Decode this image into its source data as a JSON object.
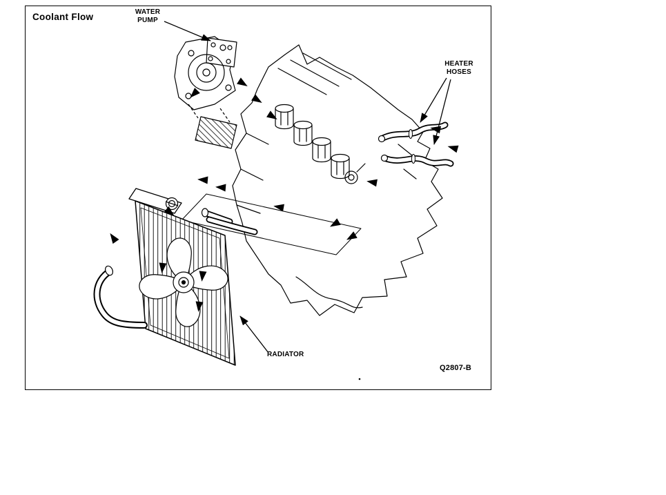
{
  "frame": {
    "title": "Coolant Flow",
    "figure_code": "Q2807-B"
  },
  "labels": {
    "water_pump": "WATER\nPUMP",
    "heater_hoses": "HEATER\nHOSES",
    "radiator": "RADIATOR"
  },
  "colors": {
    "line": "#000000",
    "background": "#ffffff"
  }
}
